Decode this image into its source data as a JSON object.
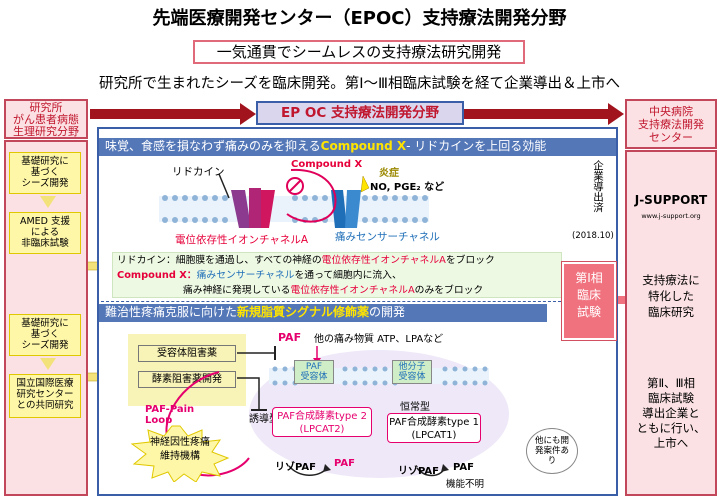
{
  "title": "先端医療開発センター（EPOC）支持療法開発分野",
  "tagline": "一気通貫でシームレスの支持療法研究開発",
  "subtitle": "研究所で生まれたシーズを臨床開発。第Ⅰ～Ⅲ相臨床試験を経て企業導出＆上市へ",
  "left": {
    "header": "研究所\nがん患者病態\n生理研究分野",
    "note1": "基礎研究に\n基づく\nシーズ開発",
    "note2": "AMED 支援\nによる\n非臨床試験",
    "note3": "基礎研究に\n基づく\nシーズ開発",
    "note4": "国立国際医療\n研究センター\nとの共同研究"
  },
  "right": {
    "header": "中央病院\n支持療法開発\nセンター",
    "jsupport": "J-SUPPORT",
    "jsupport_url": "www.j-support.org",
    "text1": "支持療法に\n特化した\n臨床研究",
    "text2": "第Ⅱ、Ⅲ相\n臨床試験\n導出企業と\nともに行い、\n上市へ"
  },
  "center_header": "EP OC 支持療法開発分野",
  "section1": {
    "bar_prefix": "味覚、食感を損なわず痛みのみを抑える",
    "bar_highlight": "Compound X",
    "bar_suffix": "- リドカインを上回る効能",
    "lidocaine": "リドカイン",
    "compound": "Compound X",
    "inflammation": "炎症",
    "mediators": "NO, PGE₂ など",
    "channel_a": "電位依存性イオンチャネルA",
    "channel_pain": "痛みセンサーチャネル",
    "license_v": "企業導出済",
    "license_year": "(2018.10)",
    "line1_a": "リドカイン：細胞膜を通過し、すべての神経の",
    "line1_b": "電位依存性イオンチャネルA",
    "line1_c": "をブロック",
    "line2_a": "Compound X：",
    "line2_b": "痛みセンサーチャネル",
    "line2_c": "を通って細胞内に流入、",
    "line3_a": "痛み神経に発現している",
    "line3_b": "電位依存性イオンチャネルA",
    "line3_c": "のみをブロック"
  },
  "section2": {
    "bar_prefix": "難治性疼痛克服に向けた",
    "bar_highlight": "新規脂質シグナル修飾薬",
    "bar_suffix": "の開発",
    "receptor_inhibitor": "受容体阻害薬",
    "enzyme_inhibitor": "酵素阻害薬開発",
    "paf_top": "PAF",
    "other_mediators": "他の痛み物質 ATP、LPAなど",
    "paf_receptor": "PAF\n受容体",
    "other_receptor": "他分子\n受容体",
    "loop": "PAF-Pain\nLoop",
    "inducible": "誘導型",
    "constitutive": "恒常型",
    "type2": "PAF合成酵素type 2\n(LPCAT2)",
    "type1": "PAF合成酵素type 1\n(LPCAT1)",
    "neuropathic": "神経因性疼痛\n維持機構",
    "lyso_paf_1": "リゾPAF",
    "paf_1": "PAF",
    "lyso_paf_2": "リゾPAF",
    "paf_2": "PAF",
    "unknown_function": "機能不明",
    "other_cases": "他にも開\n発案件あ\nり"
  },
  "trial": "第Ⅰ相\n臨床\n試験"
}
